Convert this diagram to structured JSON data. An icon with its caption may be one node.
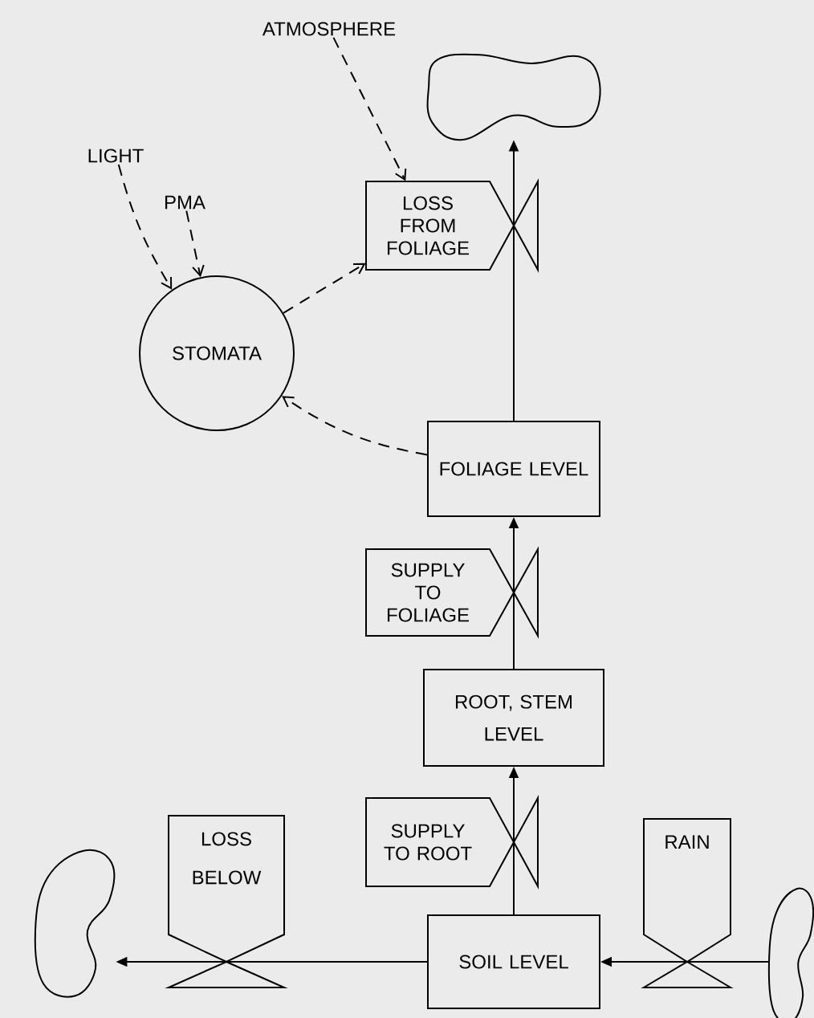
{
  "diagram": {
    "nodes": [
      {
        "text": [
          "ATMOSPHERE"
        ]
      },
      {
        "text": [],
        "shape": "cloud"
      },
      {
        "text": [
          "LIGHT"
        ]
      },
      {
        "text": [
          "PMA"
        ]
      },
      {
        "text": [
          "LOSS FROM FOLIAGE"
        ]
      },
      {
        "text": [
          "STOMATA"
        ]
      },
      {
        "text": [
          "FOLIAGE LEVEL"
        ]
      },
      {
        "text": [
          "SUPPLY TO FOLIAGE"
        ]
      },
      {
        "text": [
          "ROOT, STEM LEVEL"
        ]
      },
      {
        "text": [
          "SUPPLY TO ROOT"
        ]
      },
      {
        "text": [
          "LOSS BELOW"
        ]
      },
      {
        "text": [
          "RAIN"
        ]
      },
      {
        "text": [],
        "shape": "cloud"
      },
      {
        "text": [],
        "shape": "cloud"
      },
      {
        "text": [
          "SOIL LEVEL"
        ]
      }
    ],
    "edges": [
      {
        "from": 13,
        "to": 14,
        "arrow": "to"
      },
      {
        "from": 14,
        "to": 12,
        "arrow": "to"
      },
      {
        "from": 14,
        "to": 8,
        "arrow": "to"
      },
      {
        "from": 8,
        "to": 6,
        "arrow": "to"
      },
      {
        "from": 6,
        "to": 1,
        "arrow": "to"
      },
      {
        "from": 0,
        "to": 4,
        "arrow": "to",
        "style": "dashed"
      },
      {
        "from": 2,
        "to": 5,
        "arrow": "to",
        "style": "dashed"
      },
      {
        "from": 3,
        "to": 5,
        "arrow": "to",
        "style": "dashed"
      },
      {
        "from": 5,
        "to": 4,
        "arrow": "to",
        "style": "dashed"
      },
      {
        "from": 6,
        "to": 5,
        "arrow": "to",
        "style": "dashed"
      }
    ]
  }
}
